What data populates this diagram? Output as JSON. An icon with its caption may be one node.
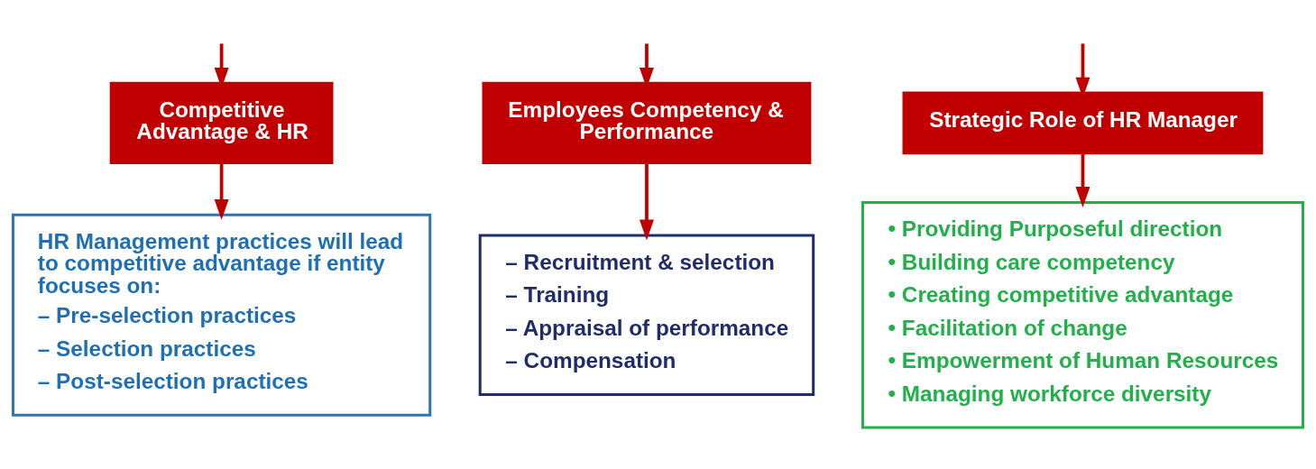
{
  "diagram": {
    "nodes": [
      {
        "text": [
          "Competitive Advantage & HR"
        ]
      },
      {
        "text": [
          "Employees Competency & Performance"
        ]
      },
      {
        "text": [
          "Strategic Role of HR Manager"
        ]
      },
      {
        "text": [
          "HR Management practices will lead to competitive advantage if entity focuses on:",
          "– Pre-selection practices",
          "– Selection practices",
          "– Post-selection practices"
        ]
      },
      {
        "text": [
          "– Recruitment & selection",
          "– Training",
          "– Appraisal of performance",
          "– Compensation"
        ]
      },
      {
        "text": [
          "• Providing Purposeful direction",
          "• Building care competency",
          "• Creating competitive advantage",
          "• Facilitation of change",
          "• Empowerment of Human Resources",
          "• Managing workforce diversity"
        ]
      }
    ],
    "edges": [
      {
        "from": null,
        "to": 0,
        "arrow": "to"
      },
      {
        "from": null,
        "to": 1,
        "arrow": "to"
      },
      {
        "from": null,
        "to": 2,
        "arrow": "to"
      },
      {
        "from": 0,
        "to": 3,
        "arrow": "to"
      },
      {
        "from": 1,
        "to": 4,
        "arrow": "to"
      },
      {
        "from": 2,
        "to": 5,
        "arrow": "to"
      }
    ]
  }
}
